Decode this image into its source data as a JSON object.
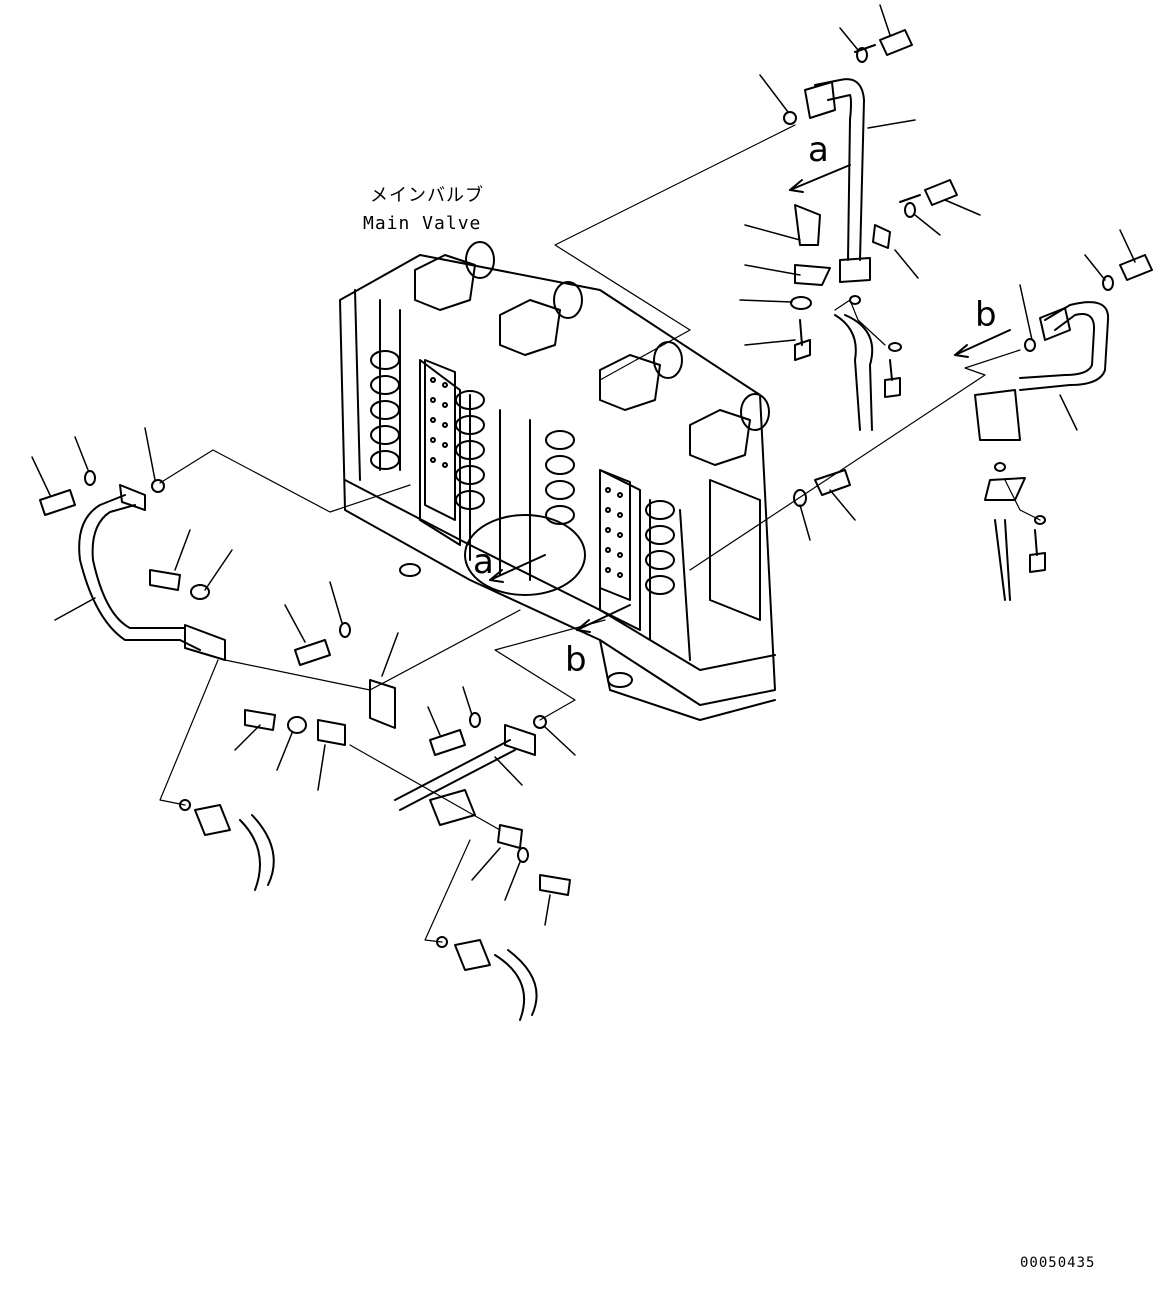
{
  "title_jp": "メインバルブ",
  "title_en": "Main Valve",
  "view_labels": [
    "a",
    "b",
    "a",
    "b"
  ],
  "drawing_number": "00050435"
}
